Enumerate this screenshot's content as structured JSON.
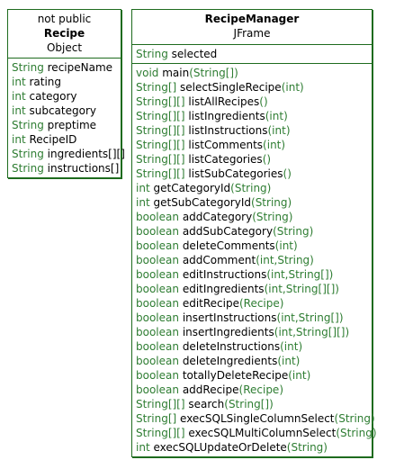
{
  "classes": [
    {
      "stereotype": "not public",
      "name": "Recipe",
      "parent": "Object",
      "fields": [
        {
          "type": "String",
          "name": "recipeName"
        },
        {
          "type": "int",
          "name": "rating"
        },
        {
          "type": "int",
          "name": "category"
        },
        {
          "type": "int",
          "name": "subcategory"
        },
        {
          "type": "String",
          "name": "preptime"
        },
        {
          "type": "int",
          "name": "RecipeID"
        },
        {
          "type": "String",
          "name": "ingredients[][]"
        },
        {
          "type": "String",
          "name": "instructions[]"
        }
      ],
      "methods": []
    },
    {
      "stereotype": "",
      "name": "RecipeManager",
      "parent": "JFrame",
      "fields": [
        {
          "type": "String",
          "name": "selected"
        }
      ],
      "methods": [
        {
          "type": "void",
          "name": "main",
          "params": "String[]"
        },
        {
          "type": "String[]",
          "name": "selectSingleRecipe",
          "params": "int"
        },
        {
          "type": "String[][]",
          "name": "listAllRecipes",
          "params": ""
        },
        {
          "type": "String[][]",
          "name": "listIngredients",
          "params": "int"
        },
        {
          "type": "String[][]",
          "name": "listInstructions",
          "params": "int"
        },
        {
          "type": "String[][]",
          "name": "listComments",
          "params": "int"
        },
        {
          "type": "String[][]",
          "name": "listCategories",
          "params": ""
        },
        {
          "type": "String[][]",
          "name": "listSubCategories",
          "params": ""
        },
        {
          "type": "int",
          "name": "getCategoryId",
          "params": "String"
        },
        {
          "type": "int",
          "name": "getSubCategoryId",
          "params": "String"
        },
        {
          "type": "boolean",
          "name": "addCategory",
          "params": "String"
        },
        {
          "type": "boolean",
          "name": "addSubCategory",
          "params": "String"
        },
        {
          "type": "boolean",
          "name": "deleteComments",
          "params": "int"
        },
        {
          "type": "boolean",
          "name": "addComment",
          "params": "int,String"
        },
        {
          "type": "boolean",
          "name": "editInstructions",
          "params": "int,String[]"
        },
        {
          "type": "boolean",
          "name": "editIngredients",
          "params": "int,String[][]"
        },
        {
          "type": "boolean",
          "name": "editRecipe",
          "params": "Recipe"
        },
        {
          "type": "boolean",
          "name": "insertInstructions",
          "params": "int,String[]"
        },
        {
          "type": "boolean",
          "name": "insertIngredients",
          "params": "int,String[][]"
        },
        {
          "type": "boolean",
          "name": "deleteInstructions",
          "params": "int"
        },
        {
          "type": "boolean",
          "name": "deleteIngredients",
          "params": "int"
        },
        {
          "type": "boolean",
          "name": "totallyDeleteRecipe",
          "params": "int"
        },
        {
          "type": "boolean",
          "name": "addRecipe",
          "params": "Recipe"
        },
        {
          "type": "String[][]",
          "name": "search",
          "params": "String[]"
        },
        {
          "type": "String[]",
          "name": "execSQLSingleColumnSelect",
          "params": "String"
        },
        {
          "type": "String[][]",
          "name": "execSQLMultiColumnSelect",
          "params": "String"
        },
        {
          "type": "int",
          "name": "execSQLUpdateOrDelete",
          "params": "String"
        }
      ]
    }
  ]
}
